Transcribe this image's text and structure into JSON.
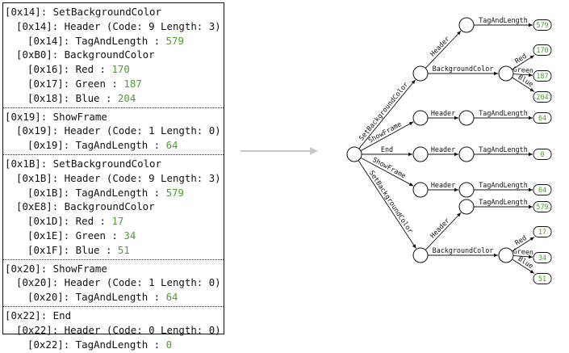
{
  "text_panel": {
    "blocks": [
      {
        "lines": [
          {
            "indent": 0,
            "text": "[0x14]: SetBackgroundColor",
            "value": ""
          },
          {
            "indent": 1,
            "text": "[0x14]: Header (Code: 9 Length: 3)",
            "value": ""
          },
          {
            "indent": 2,
            "text": "[0x14]: TagAndLength : ",
            "value": "579"
          },
          {
            "indent": 1,
            "text": "[0xB0]: BackgroundColor",
            "value": ""
          },
          {
            "indent": 2,
            "text": "[0x16]: Red : ",
            "value": "170"
          },
          {
            "indent": 2,
            "text": "[0x17]: Green : ",
            "value": "187"
          },
          {
            "indent": 2,
            "text": "[0x18]: Blue : ",
            "value": "204"
          }
        ]
      },
      {
        "lines": [
          {
            "indent": 0,
            "text": "[0x19]: ShowFrame",
            "value": ""
          },
          {
            "indent": 1,
            "text": "[0x19]: Header (Code: 1 Length: 0)",
            "value": ""
          },
          {
            "indent": 2,
            "text": "[0x19]: TagAndLength : ",
            "value": "64"
          }
        ]
      },
      {
        "lines": [
          {
            "indent": 0,
            "text": "[0x1B]: SetBackgroundColor",
            "value": ""
          },
          {
            "indent": 1,
            "text": "[0x1B]: Header (Code: 9 Length: 3)",
            "value": ""
          },
          {
            "indent": 2,
            "text": "[0x1B]: TagAndLength : ",
            "value": "579"
          },
          {
            "indent": 1,
            "text": "[0xE8]: BackgroundColor",
            "value": ""
          },
          {
            "indent": 2,
            "text": "[0x1D]: Red : ",
            "value": "17"
          },
          {
            "indent": 2,
            "text": "[0x1E]: Green : ",
            "value": "34"
          },
          {
            "indent": 2,
            "text": "[0x1F]: Blue : ",
            "value": "51"
          }
        ]
      },
      {
        "lines": [
          {
            "indent": 0,
            "text": "[0x20]: ShowFrame",
            "value": ""
          },
          {
            "indent": 1,
            "text": "[0x20]: Header (Code: 1 Length: 0)",
            "value": ""
          },
          {
            "indent": 2,
            "text": "[0x20]: TagAndLength : ",
            "value": "64"
          }
        ]
      },
      {
        "lines": [
          {
            "indent": 0,
            "text": "[0x22]: End",
            "value": ""
          },
          {
            "indent": 1,
            "text": "[0x22]: Header (Code: 0 Length: 0)",
            "value": ""
          },
          {
            "indent": 2,
            "text": "[0x22]: TagAndLength : ",
            "value": "0"
          }
        ]
      }
    ]
  },
  "colors": {
    "value_green": "#4ca02d",
    "arrow_gray": "#c8c8c8",
    "ink": "#111111"
  },
  "tree": {
    "root_children": [
      {
        "edge": "SetBackgroundColor",
        "children": [
          {
            "edge": "Header",
            "children": [
              {
                "edge": "TagAndLength",
                "leaf": "579"
              }
            ]
          },
          {
            "edge": "BackgroundColor",
            "children": [
              {
                "edge": "Red",
                "leaf": "170"
              },
              {
                "edge": "Green",
                "leaf": "187"
              },
              {
                "edge": "Blue",
                "leaf": "204"
              }
            ]
          }
        ]
      },
      {
        "edge": "ShowFrame",
        "children": [
          {
            "edge": "Header",
            "children": [
              {
                "edge": "TagAndLength",
                "leaf": "64"
              }
            ]
          }
        ]
      },
      {
        "edge": "End",
        "children": [
          {
            "edge": "Header",
            "children": [
              {
                "edge": "TagAndLength",
                "leaf": "0"
              }
            ]
          }
        ]
      },
      {
        "edge": "ShowFrame",
        "children": [
          {
            "edge": "Header",
            "children": [
              {
                "edge": "TagAndLength",
                "leaf": "64"
              }
            ]
          }
        ]
      },
      {
        "edge": "SetBackgroundColor",
        "children": [
          {
            "edge": "Header",
            "children": [
              {
                "edge": "TagAndLength",
                "leaf": "579"
              }
            ]
          },
          {
            "edge": "BackgroundColor",
            "children": [
              {
                "edge": "Red",
                "leaf": "17"
              },
              {
                "edge": "Green",
                "leaf": "34"
              },
              {
                "edge": "Blue",
                "leaf": "51"
              }
            ]
          }
        ]
      }
    ]
  }
}
